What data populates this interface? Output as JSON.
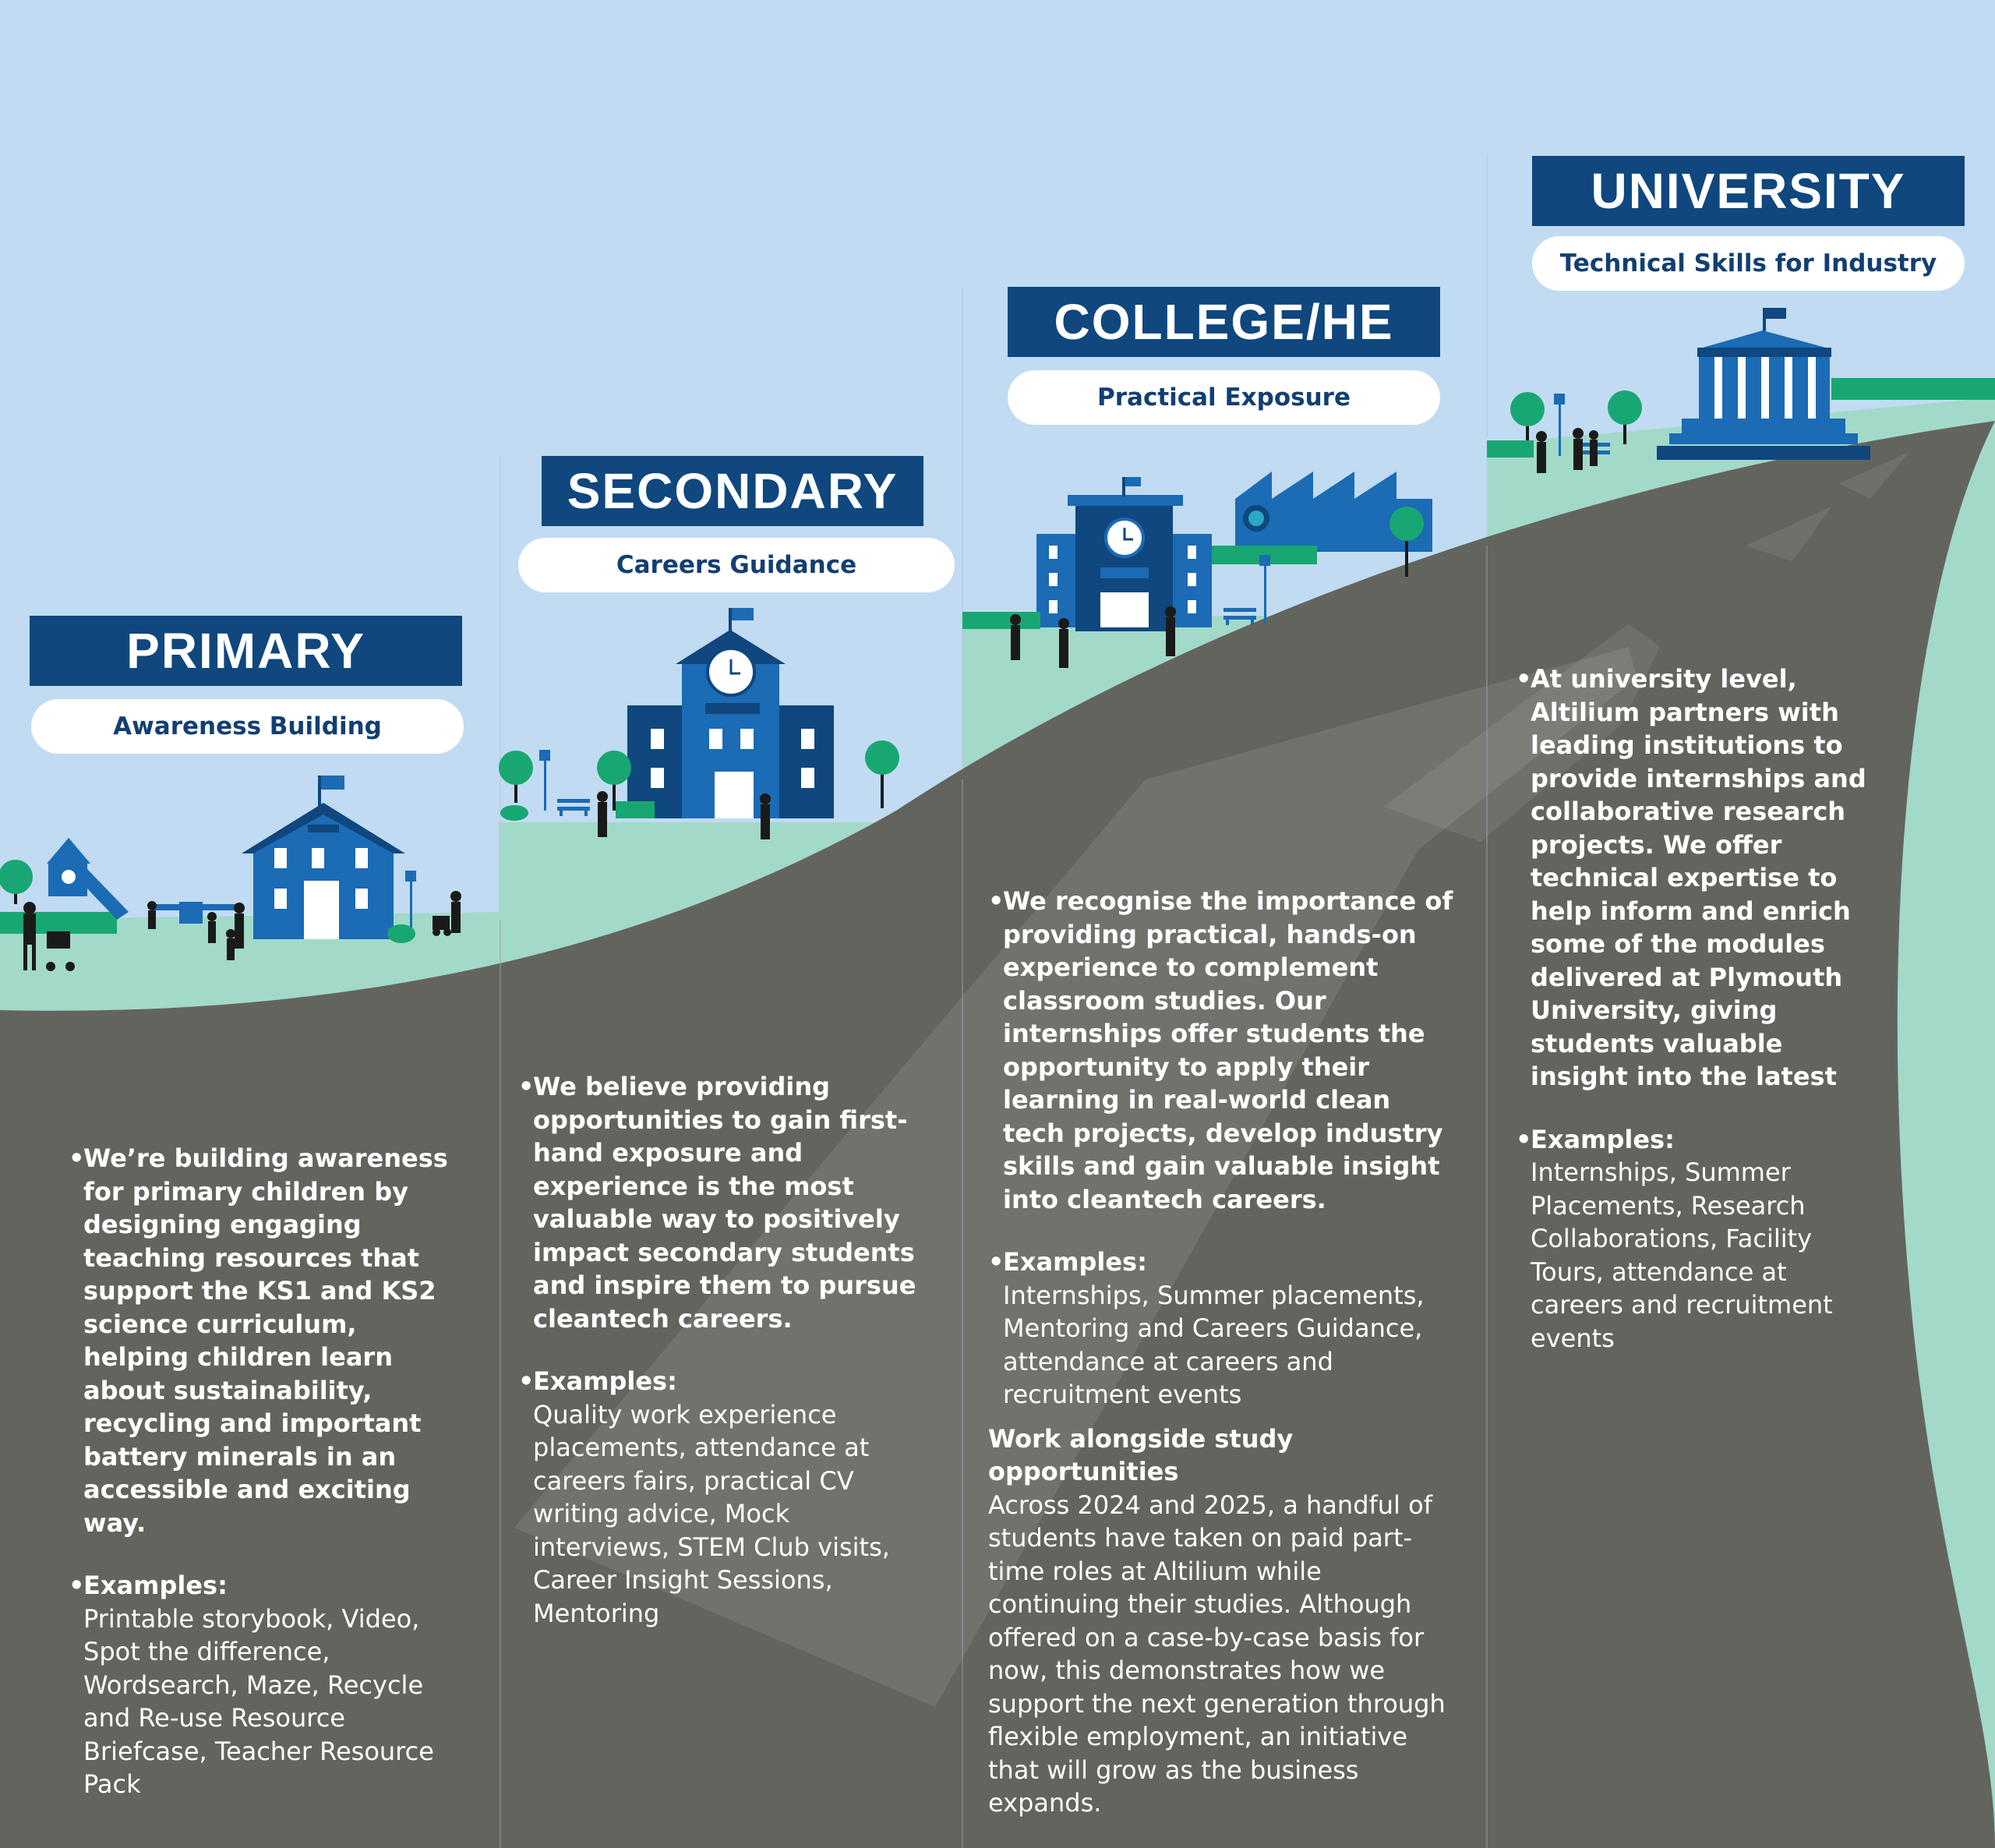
{
  "stages": [
    {
      "title": "PRIMARY",
      "subtitle": "Awareness Building",
      "description": "We’re building awareness for primary children by designing engaging teaching resources that support the KS1 and KS2 science curriculum, helping children learn about sustainability, recycling and important battery minerals in an accessible and exciting way.",
      "examples_label": "Examples:",
      "examples": "Printable storybook, Video, Spot the difference, Wordsearch, Maze,  Recycle and Re-use Resource Briefcase, Teacher Resource Pack"
    },
    {
      "title": "SECONDARY",
      "subtitle": "Careers Guidance",
      "description": "We believe providing opportunities to gain first-hand exposure and experience is the most valuable way to positively impact secondary students and inspire them to pursue cleantech careers.",
      "examples_label": "Examples:",
      "examples": "Quality work experience placements, attendance at careers fairs, practical CV writing advice, Mock interviews, STEM Club visits, Career Insight Sessions, Mentoring"
    },
    {
      "title": "COLLEGE/HE",
      "subtitle": "Practical Exposure",
      "description": "We recognise the importance of providing practical, hands-on experience to complement classroom studies. Our internships offer students the opportunity to apply their learning in real-world clean tech projects, develop industry skills and gain valuable insight into cleantech careers.",
      "examples_label": "Examples:",
      "examples": "Internships, Summer placements, Mentoring and Careers Guidance, attendance at careers and recruitment events",
      "extra_heading": "Work alongside study opportunities",
      "extra_body": "Across 2024 and 2025, a handful of students have taken on paid part-time roles at Altilium while continuing their studies. Although offered on a case-by-case basis for now, this demonstrates how we support the next generation through flexible employment, an initiative that will grow as the business expands."
    },
    {
      "title": "UNIVERSITY",
      "subtitle": "Technical Skills for Industry",
      "description": "At university level, Altilium partners with leading institutions to provide internships and collaborative research projects. We offer technical expertise to help inform and enrich some of the modules delivered at Plymouth University, giving students valuable insight into the latest",
      "examples_label": "Examples:",
      "examples": "Internships, Summer Placements, Research Collaborations, Facility Tours, attendance at careers and recruitment events"
    }
  ],
  "colors": {
    "sky": "#c1dbf2",
    "ground": "#a2d9c9",
    "road": "#64645e",
    "banner": "#0f477e",
    "building": "#1b6bb5",
    "tree": "#18a772"
  }
}
